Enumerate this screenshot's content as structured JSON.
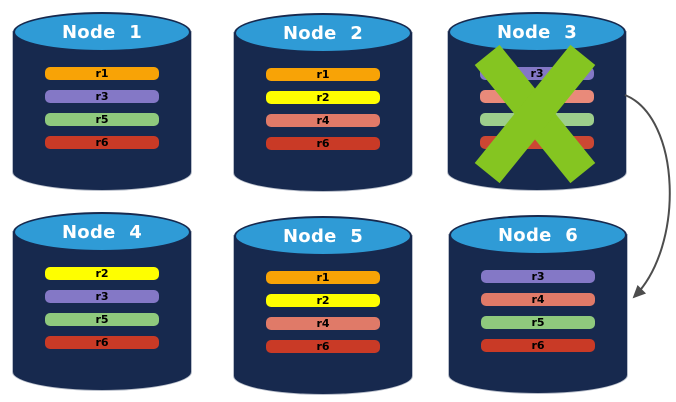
{
  "diagram": {
    "description": "Six database node cylinders holding replica partitions; Node 3 is crossed out as failed and an arrow points from Node 3 to Node 6",
    "background": "#FFFFFF"
  },
  "colors": {
    "cylinder_body": "#17294E",
    "cylinder_top": "#2F9BD6",
    "node_title_text": "#FFFFFF",
    "replica_label_text": "#000000",
    "failure_x": "#85C521",
    "arrow": "#4D4D4D"
  },
  "nodes": [
    {
      "label": "Node 1",
      "failed": false,
      "replicas": [
        {
          "label": "r1",
          "color": "#F8A306"
        },
        {
          "label": "r3",
          "color": "#8478C6"
        },
        {
          "label": "r5",
          "color": "#8FC97D"
        },
        {
          "label": "r6",
          "color": "#C93A26"
        }
      ]
    },
    {
      "label": "Node 2",
      "failed": false,
      "replicas": [
        {
          "label": "r1",
          "color": "#F8A306"
        },
        {
          "label": "r2",
          "color": "#FEFE00"
        },
        {
          "label": "r4",
          "color": "#E07A68"
        },
        {
          "label": "r6",
          "color": "#C93A26"
        }
      ]
    },
    {
      "label": "Node 3",
      "failed": true,
      "replicas": [
        {
          "label": "r3",
          "color": "#8478C6"
        },
        {
          "label": "",
          "color": "#E98A7A"
        },
        {
          "label": "",
          "color": "#9DCE8C"
        },
        {
          "label": "",
          "color": "#CC4733"
        }
      ]
    },
    {
      "label": "Node 4",
      "failed": false,
      "replicas": [
        {
          "label": "r2",
          "color": "#FEFE00"
        },
        {
          "label": "r3",
          "color": "#8478C6"
        },
        {
          "label": "r5",
          "color": "#8FC97D"
        },
        {
          "label": "r6",
          "color": "#C93A26"
        }
      ]
    },
    {
      "label": "Node 5",
      "failed": false,
      "replicas": [
        {
          "label": "r1",
          "color": "#F8A306"
        },
        {
          "label": "r2",
          "color": "#FEFE00"
        },
        {
          "label": "r4",
          "color": "#E07A68"
        },
        {
          "label": "r6",
          "color": "#C93A26"
        }
      ]
    },
    {
      "label": "Node 6",
      "failed": false,
      "replicas": [
        {
          "label": "r3",
          "color": "#8478C6"
        },
        {
          "label": "r4",
          "color": "#E07A68"
        },
        {
          "label": "r5",
          "color": "#8FC97D"
        },
        {
          "label": "r6",
          "color": "#C93A26"
        }
      ]
    }
  ],
  "arrow": {
    "from": "Node 3",
    "to": "Node 6",
    "style": "curved"
  }
}
